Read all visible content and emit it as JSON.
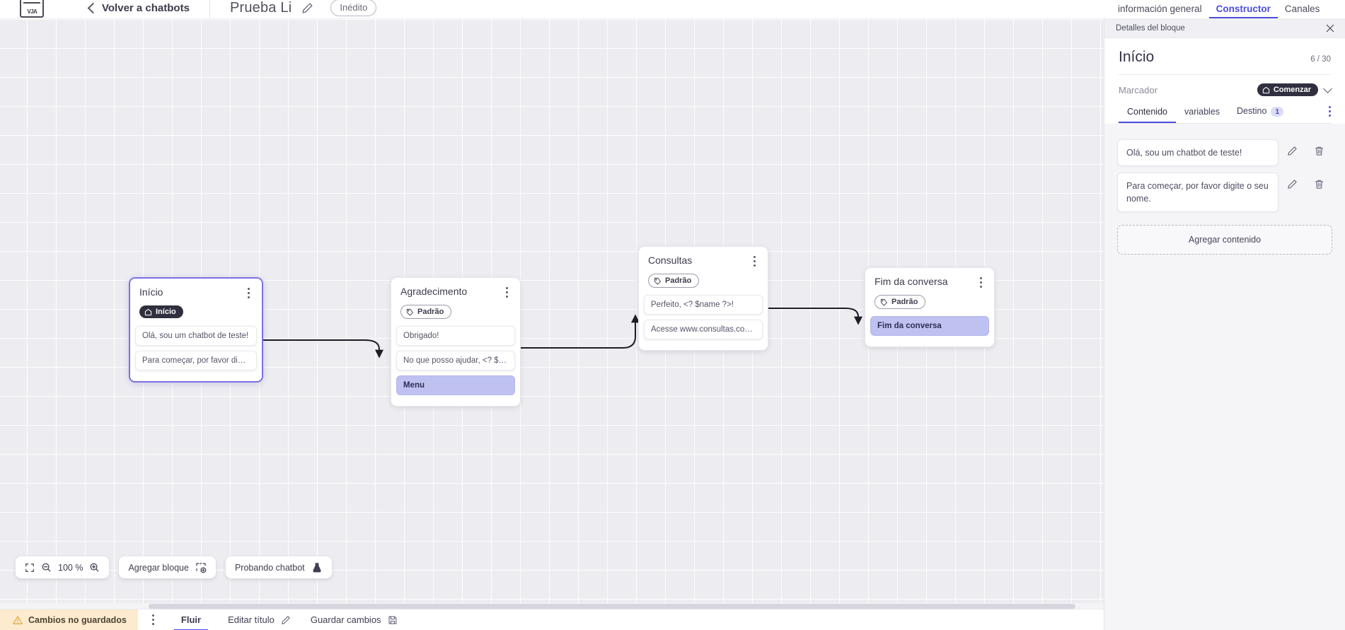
{
  "header": {
    "logo_text": "VJA",
    "back_label": "Volver a chatbots",
    "doc_title": "Prueba Li",
    "status_badge": "Inédito",
    "tabs": [
      {
        "label": "información general",
        "active": false
      },
      {
        "label": "Constructor",
        "active": true
      },
      {
        "label": "Canales",
        "active": false
      }
    ]
  },
  "canvas": {
    "nodes": [
      {
        "title": "Início",
        "chip": "Início",
        "chip_style": "dark",
        "chip_icon": "home-icon",
        "messages": [
          {
            "text": "Olá, sou um chatbot de teste!",
            "style": "plain"
          },
          {
            "text": "Para começar, por favor digite o ...",
            "style": "plain"
          }
        ]
      },
      {
        "title": "Agradecimento",
        "chip": "Padrão",
        "chip_style": "light",
        "chip_icon": "tag-icon",
        "messages": [
          {
            "text": "Obrigado!",
            "style": "plain"
          },
          {
            "text": "No que posso ajudar, <? $name ...",
            "style": "plain"
          },
          {
            "text": "Menu",
            "style": "menu"
          }
        ]
      },
      {
        "title": "Consultas",
        "chip": "Padrão",
        "chip_style": "light",
        "chip_icon": "tag-icon",
        "messages": [
          {
            "text": "Perfeito, <? $name ?>!",
            "style": "plain"
          },
          {
            "text": "Acesse www.consultas.com par...",
            "style": "plain"
          }
        ]
      },
      {
        "title": "Fim da conversa",
        "chip": "Padrão",
        "chip_style": "light",
        "chip_icon": "tag-icon",
        "messages": [
          {
            "text": "Fim da conversa",
            "style": "menu"
          }
        ]
      }
    ]
  },
  "toolbar": {
    "fit_icon": "fit-screen-icon",
    "zoom_out_icon": "zoom-out-icon",
    "zoom_level": "100 %",
    "zoom_in_icon": "zoom-in-icon",
    "add_block_label": "Agregar bloque",
    "test_chatbot_label": "Probando chatbot"
  },
  "footer": {
    "unsaved_label": "Cambios no guardados",
    "flow_label": "Fluir",
    "edit_title_label": "Editar título",
    "save_label": "Guardar cambios"
  },
  "panel": {
    "header_title": "Detalles del bloque",
    "close_icon": "close-icon",
    "block_title": "Início",
    "counter": "6 / 30",
    "marker_label": "Marcador",
    "marker_value": "Comenzar",
    "marker_icon": "home-icon",
    "tabs": [
      {
        "label": "Contenido",
        "active": true,
        "count": null
      },
      {
        "label": "variables",
        "active": false,
        "count": null
      },
      {
        "label": "Destino",
        "active": false,
        "count": "1"
      }
    ],
    "contents": [
      {
        "text": "Olá, sou um chatbot de teste!",
        "edit_icon": "pencil-icon",
        "delete_icon": "trash-icon"
      },
      {
        "text": "Para começar, por favor digite o seu nome.",
        "edit_icon": "pencil-icon",
        "delete_icon": "trash-icon"
      }
    ],
    "add_content_label": "Agregar contenido"
  },
  "colors": {
    "accent": "#4b4ddb",
    "selected_node_border": "#7b6fe8",
    "menu_chip": "#bfc2f0",
    "warning_bg": "#fdebcf",
    "dark_chip": "#2f2f3f"
  }
}
